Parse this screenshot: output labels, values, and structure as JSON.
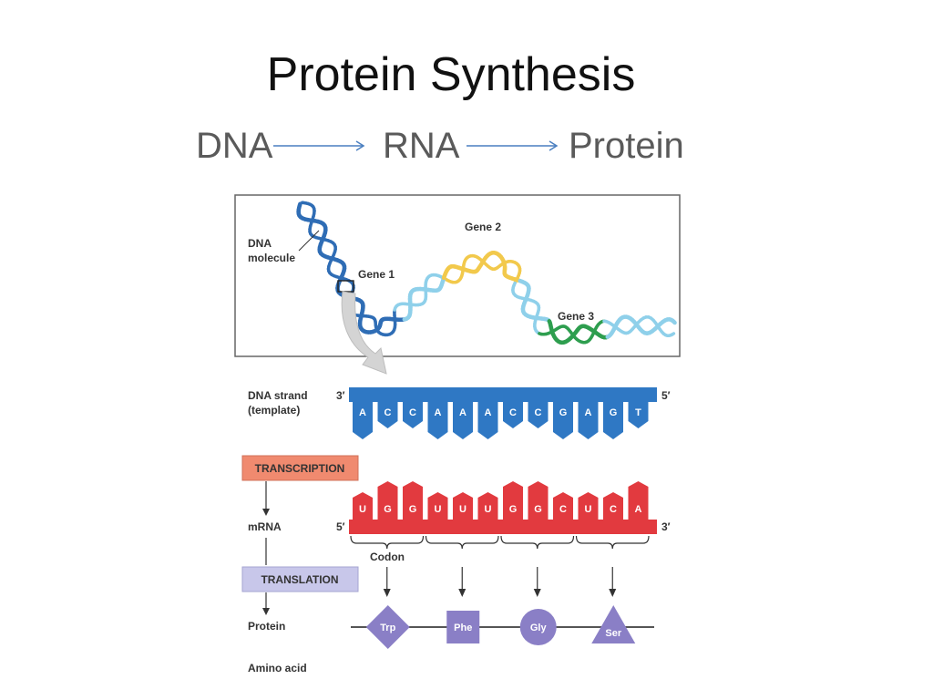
{
  "slide": {
    "title": "Protein Synthesis",
    "flow": [
      "DNA",
      "RNA",
      "Protein"
    ]
  },
  "colors": {
    "dna_dark": "#2f6db5",
    "dna_light": "#8fd0ea",
    "gene2_yellow": "#f2c94c",
    "gene3_green": "#2e9e4f",
    "dna_strand": "#2f78c4",
    "mrna": "#e23a3f",
    "transcription_box": "#f08a6f",
    "translation_box": "#c8c7ea",
    "amino_acid": "#8a7fc6",
    "arrow_line": "#4a7fc0"
  },
  "diagram": {
    "molecule_labels": {
      "dna_molecule": [
        "DNA",
        "molecule"
      ],
      "gene1": "Gene 1",
      "gene2": "Gene 2",
      "gene3": "Gene 3"
    },
    "dna_strand_label": [
      "DNA strand",
      "(template)"
    ],
    "dna_end_3": "3′",
    "dna_end_5": "5′",
    "dna_bases": [
      "A",
      "C",
      "C",
      "A",
      "A",
      "A",
      "C",
      "C",
      "G",
      "A",
      "G",
      "T"
    ],
    "transcription_label": "TRANSCRIPTION",
    "mrna_label": "mRNA",
    "mrna_end_5": "5′",
    "mrna_end_3": "3′",
    "mrna_bases": [
      "U",
      "G",
      "G",
      "U",
      "U",
      "U",
      "G",
      "G",
      "C",
      "U",
      "C",
      "A"
    ],
    "codon_label": "Codon",
    "translation_label": "TRANSLATION",
    "protein_label": "Protein",
    "amino_acid_label": "Amino acid",
    "amino_acids": [
      {
        "name": "Trp",
        "shape": "diamond"
      },
      {
        "name": "Phe",
        "shape": "square"
      },
      {
        "name": "Gly",
        "shape": "circle"
      },
      {
        "name": "Ser",
        "shape": "triangle"
      }
    ]
  }
}
